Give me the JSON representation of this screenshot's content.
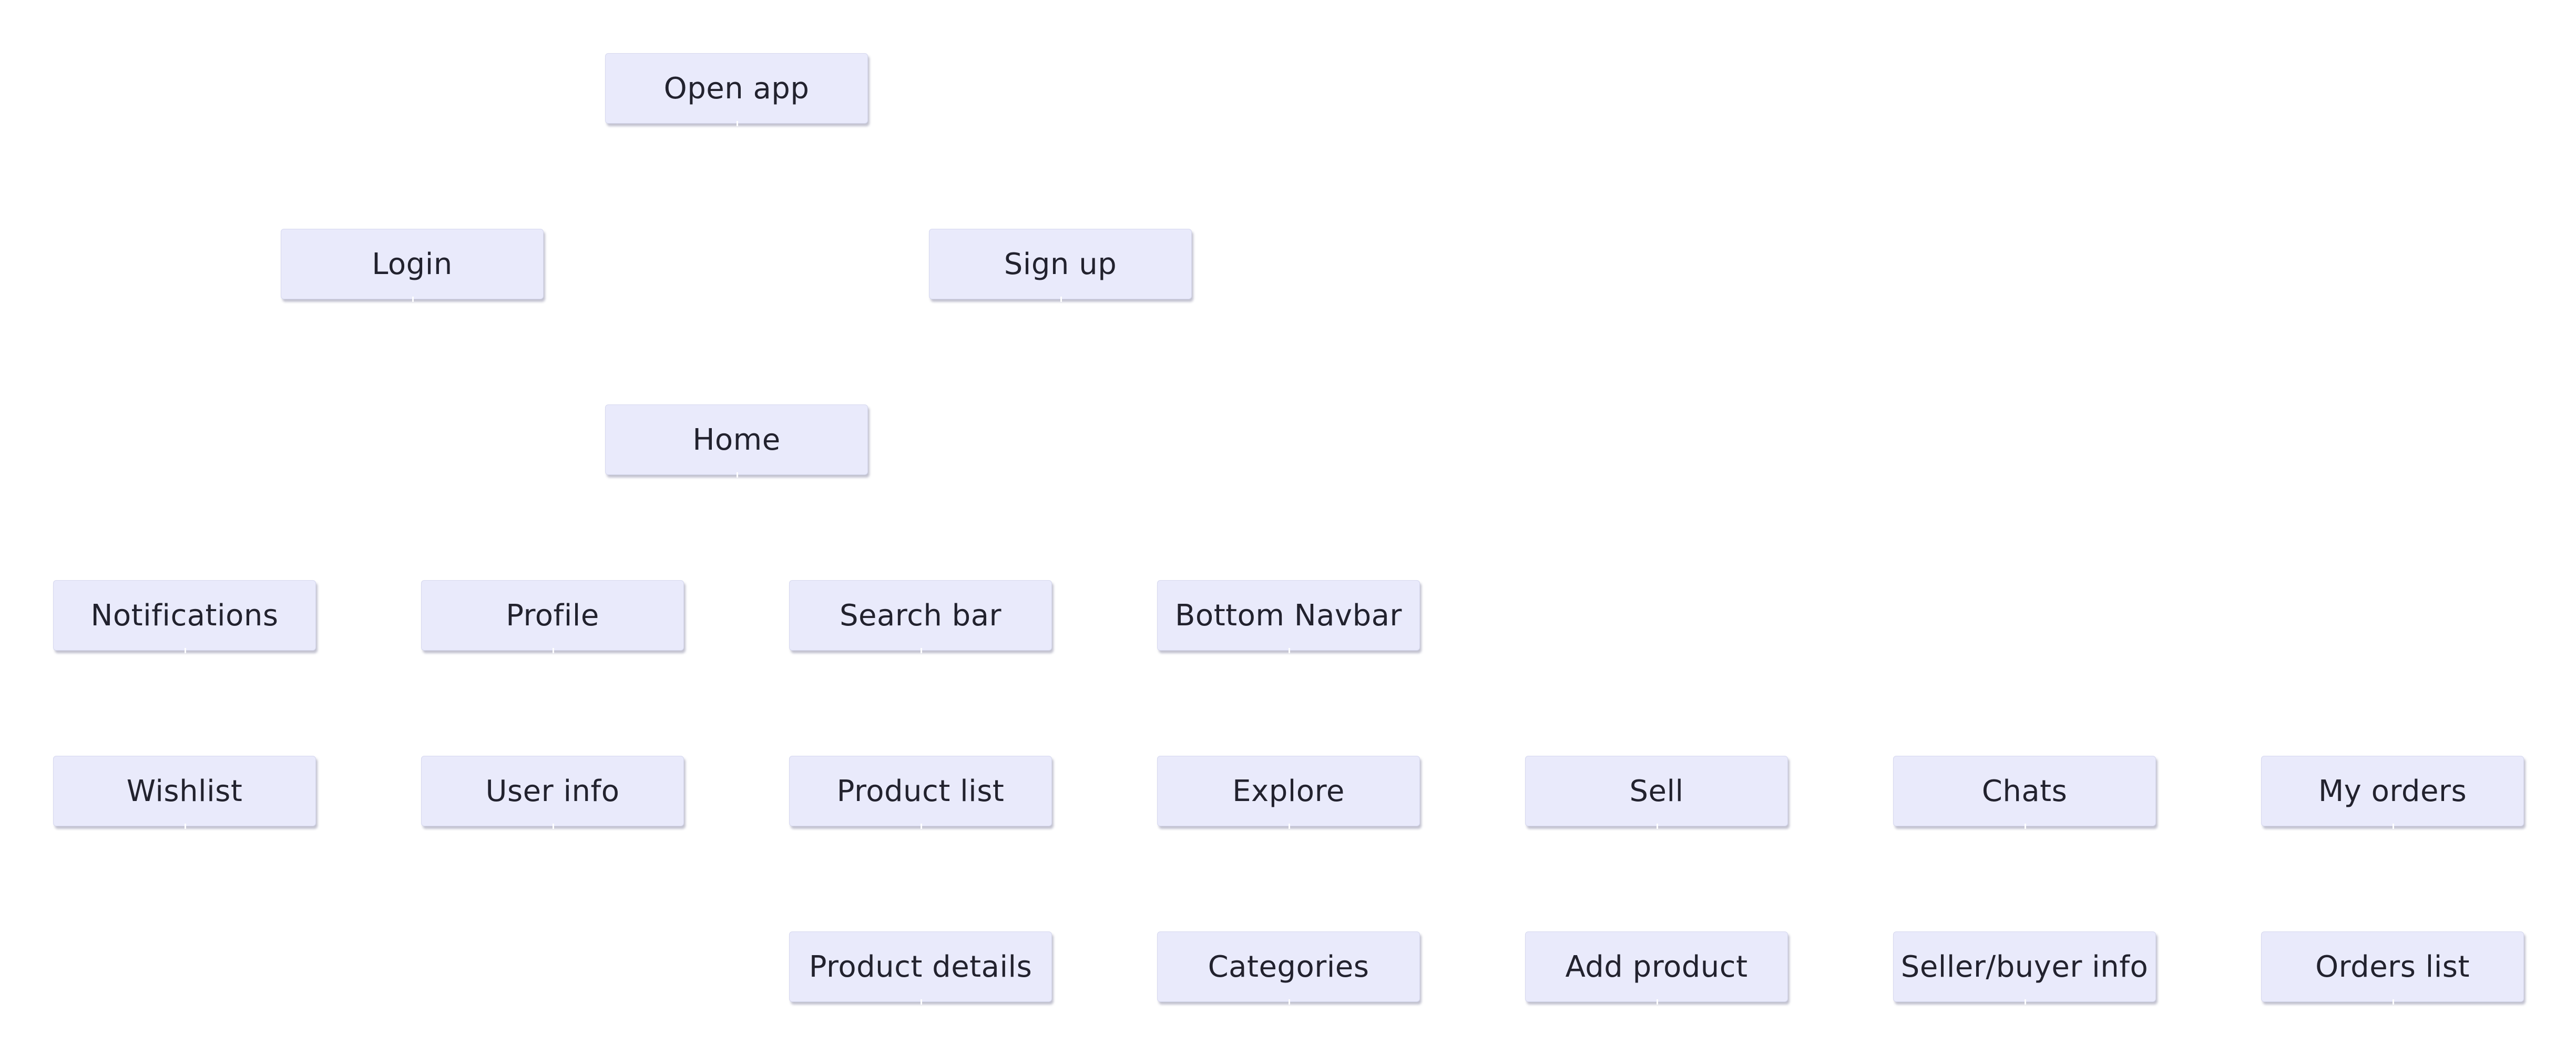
{
  "diagram": {
    "nodes": {
      "open_app": "Open app",
      "login": "Login",
      "sign_up": "Sign up",
      "home": "Home",
      "notifications": "Notifications",
      "profile": "Profile",
      "search_bar": "Search bar",
      "bottom_navbar": "Bottom Navbar",
      "wishlist": "Wishlist",
      "user_info": "User info",
      "product_list": "Product list",
      "explore": "Explore",
      "sell": "Sell",
      "chats": "Chats",
      "my_orders": "My orders",
      "product_details": "Product details",
      "categories": "Categories",
      "add_product": "Add product",
      "seller_buyer_info": "Seller/buyer info",
      "orders_list": "Orders list"
    }
  },
  "colors": {
    "node_fill": "#e9eafb",
    "node_text": "#22222e",
    "background": "#ffffff"
  }
}
